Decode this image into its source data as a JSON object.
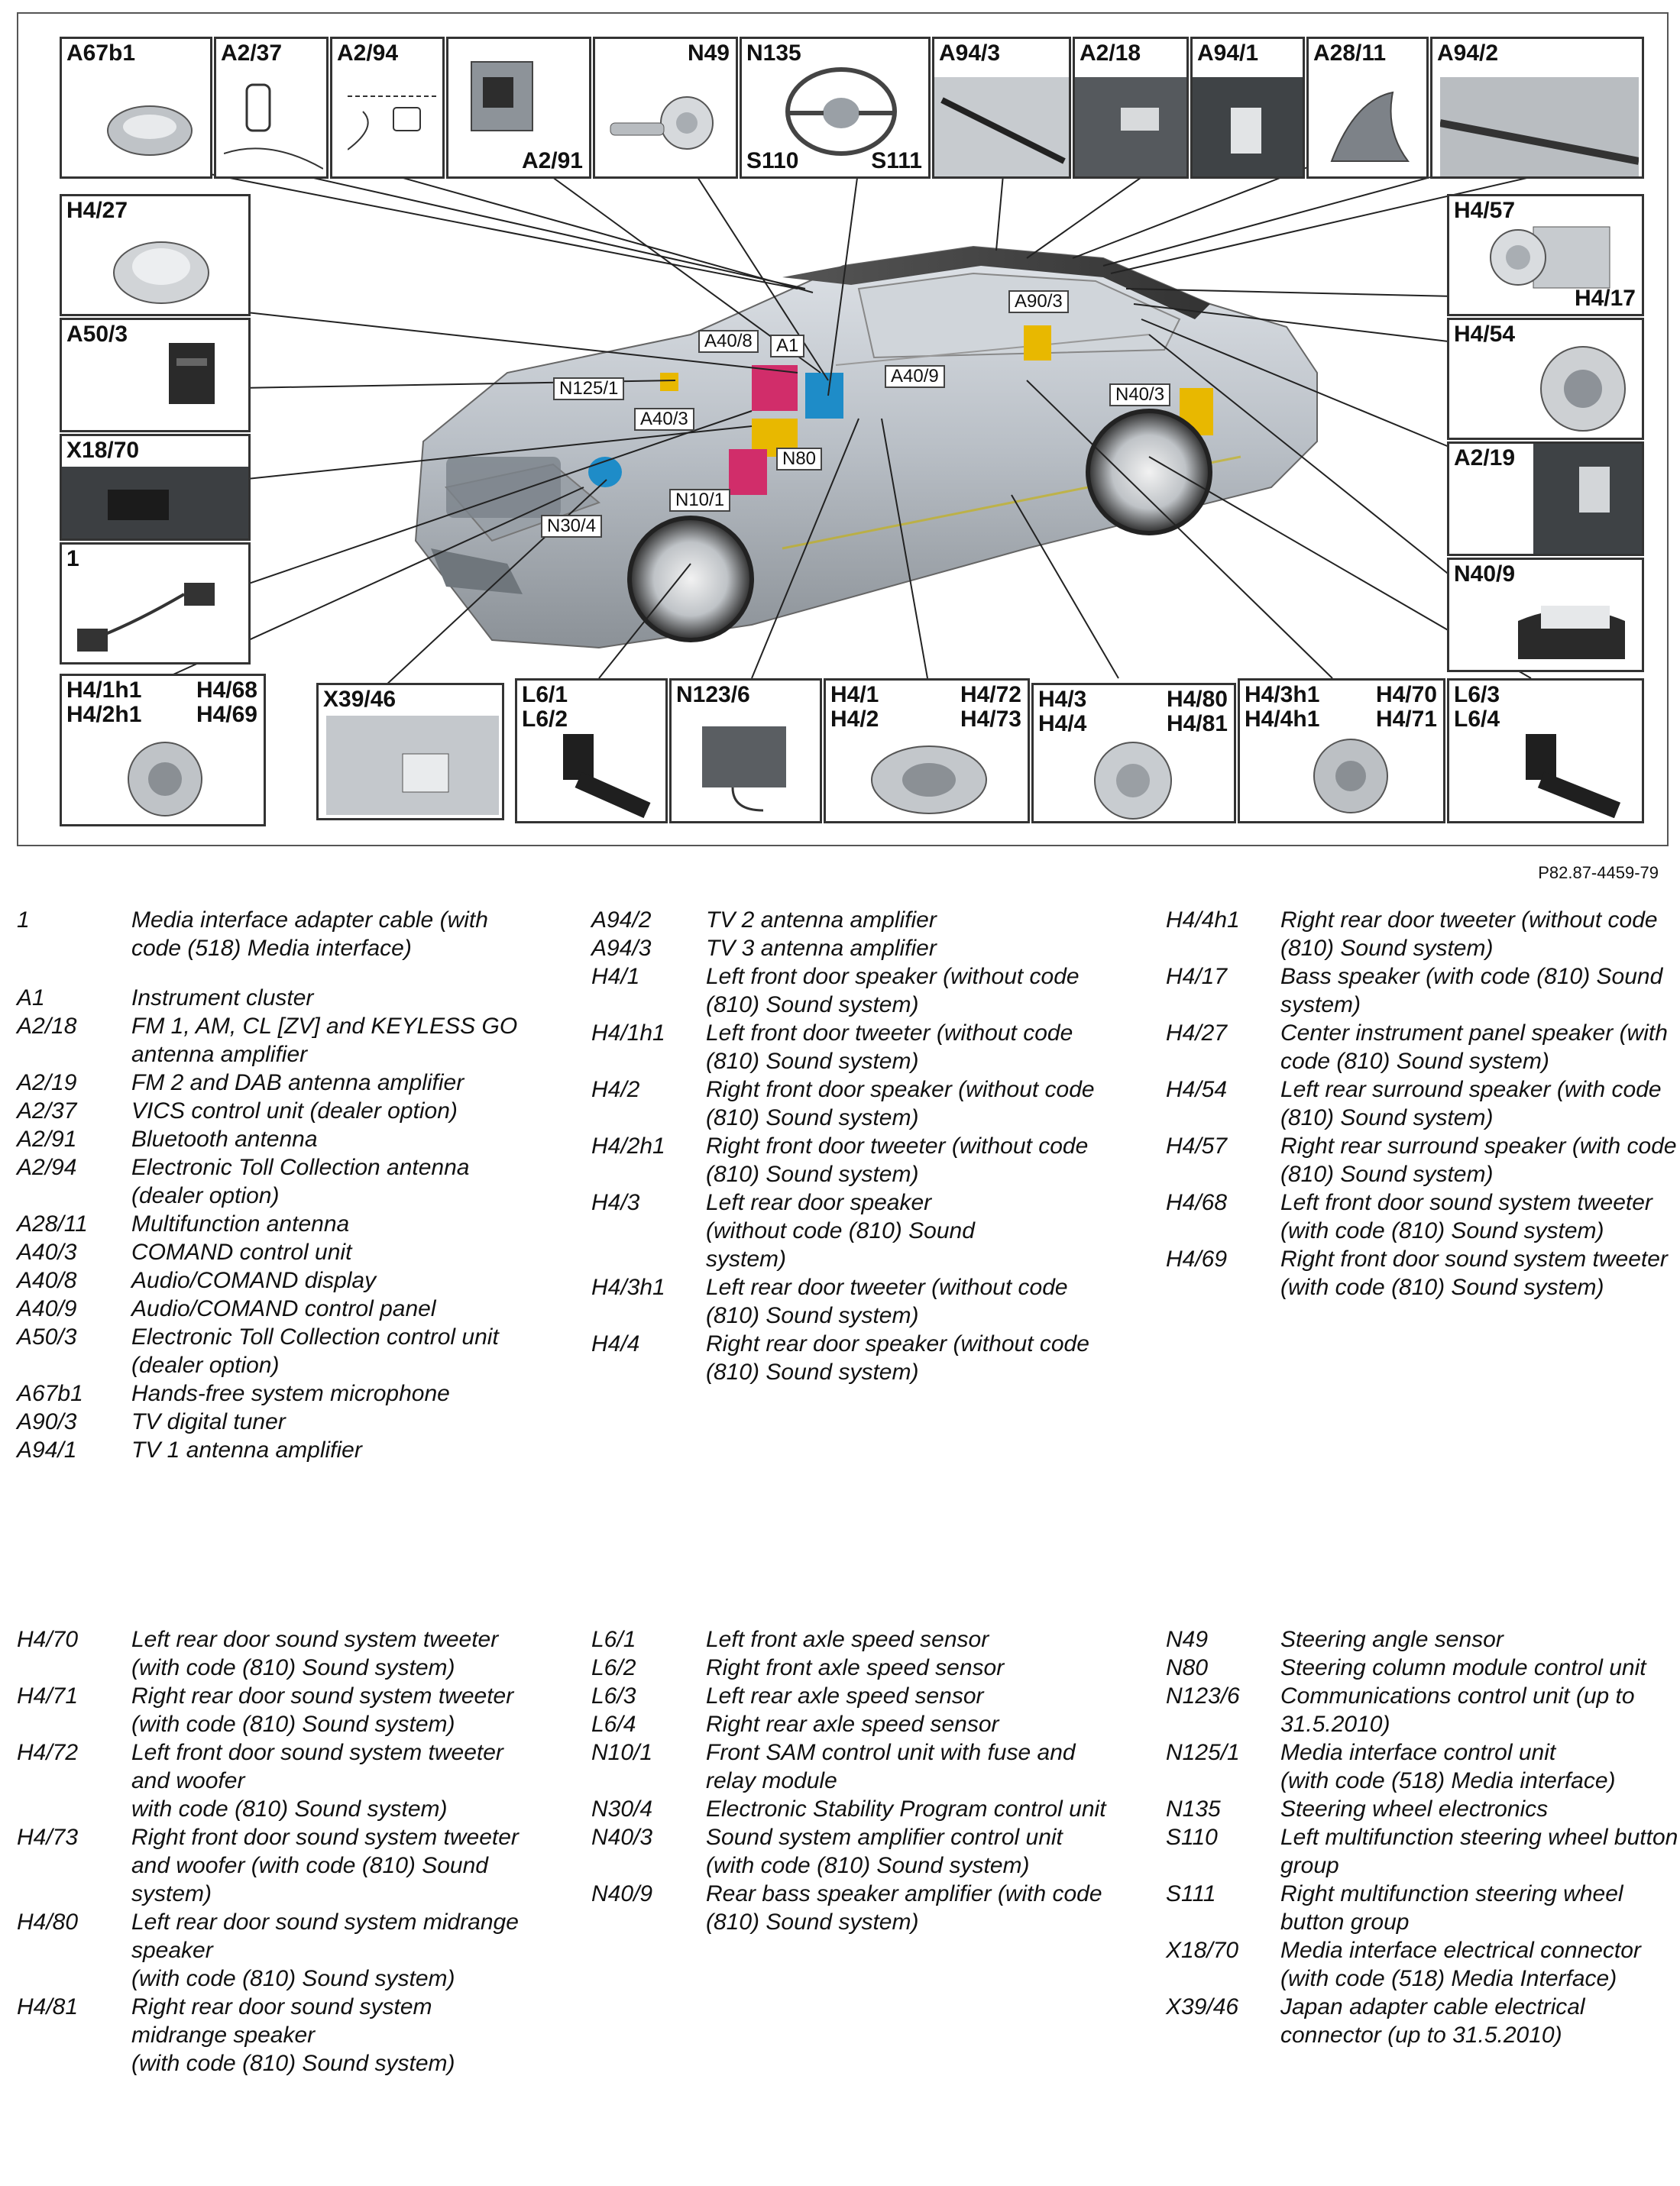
{
  "figure": {
    "code": "P82.87-4459-79",
    "boxes": [
      {
        "id": "a67b1",
        "labels": {
          "tl": "A67b1"
        }
      },
      {
        "id": "a237",
        "labels": {
          "tl": "A2/37"
        }
      },
      {
        "id": "a294",
        "labels": {
          "tl": "A2/94",
          "br": "A2/91"
        }
      },
      {
        "id": "n49",
        "labels": {
          "tr": "N49"
        }
      },
      {
        "id": "n135",
        "labels": {
          "tl": "N135",
          "bl": "S110",
          "br": "S111"
        }
      },
      {
        "id": "a943",
        "labels": {
          "tl": "A94/3"
        }
      },
      {
        "id": "a218",
        "labels": {
          "tl": "A2/18"
        }
      },
      {
        "id": "a941",
        "labels": {
          "tl": "A94/1"
        }
      },
      {
        "id": "a2811",
        "labels": {
          "tl": "A28/11"
        }
      },
      {
        "id": "a942",
        "labels": {
          "tl": "A94/2"
        }
      },
      {
        "id": "h427",
        "labels": {
          "tl": "H4/27"
        }
      },
      {
        "id": "a503",
        "labels": {
          "tl": "A50/3"
        }
      },
      {
        "id": "x1870",
        "labels": {
          "tl": "X18/70"
        }
      },
      {
        "id": "one",
        "labels": {
          "tl": "1"
        }
      },
      {
        "id": "h457",
        "labels": {
          "tl": "H4/57",
          "br": "H4/17"
        }
      },
      {
        "id": "h454",
        "labels": {
          "tl": "H4/54"
        }
      },
      {
        "id": "a219",
        "labels": {
          "tl": "A2/19"
        }
      },
      {
        "id": "n409",
        "labels": {
          "tl": "N40/9"
        }
      },
      {
        "id": "h41h1",
        "labels": {
          "tl": "H4/1h1\nH4/2h1",
          "tr": "H4/68\nH4/69"
        }
      },
      {
        "id": "x3946",
        "labels": {
          "tl": "X39/46"
        }
      },
      {
        "id": "l61",
        "labels": {
          "tl": "L6/1\nL6/2"
        }
      },
      {
        "id": "n1236",
        "labels": {
          "tl": "N123/6"
        }
      },
      {
        "id": "h41",
        "labels": {
          "tl": "H4/1\nH4/2",
          "tr": "H4/72\nH4/73"
        }
      },
      {
        "id": "h43",
        "labels": {
          "tl": "H4/3\nH4/4",
          "tr": "H4/80\nH4/81"
        }
      },
      {
        "id": "h43h1",
        "labels": {
          "tl": "H4/3h1\nH4/4h1",
          "tr": "H4/70\nH4/71"
        }
      },
      {
        "id": "l63",
        "labels": {
          "tl": "L6/3\nL6/4"
        }
      }
    ],
    "callouts": [
      "A90/3",
      "A40/8",
      "A1",
      "N125/1",
      "A40/9",
      "A40/3",
      "N40/3",
      "N80",
      "N10/1",
      "N30/4"
    ]
  },
  "legend": {
    "block1": {
      "col1": [
        {
          "code": "1",
          "desc": "Media interface adapter cable (with code (518) Media interface)"
        },
        {
          "code": "A1",
          "desc": "Instrument cluster"
        },
        {
          "code": "A2/18",
          "desc": "FM 1, AM, CL [ZV] and KEYLESS GO antenna amplifier"
        },
        {
          "code": "A2/19",
          "desc": "FM 2 and DAB antenna amplifier"
        },
        {
          "code": "A2/37",
          "desc": "VICS control unit (dealer option)"
        },
        {
          "code": "A2/91",
          "desc": "Bluetooth antenna"
        },
        {
          "code": "A2/94",
          "desc": "Electronic Toll Collection antenna (dealer option)"
        },
        {
          "code": "A28/11",
          "desc": "Multifunction antenna"
        },
        {
          "code": "A40/3",
          "desc": "COMAND control unit"
        },
        {
          "code": "A40/8",
          "desc": "Audio/COMAND display"
        },
        {
          "code": "A40/9",
          "desc": "Audio/COMAND control panel"
        },
        {
          "code": "A50/3",
          "desc": "Electronic Toll Collection control unit (dealer option)"
        },
        {
          "code": "A67b1",
          "desc": "Hands-free system microphone"
        },
        {
          "code": "A90/3",
          "desc": "TV digital tuner"
        },
        {
          "code": "A94/1",
          "desc": "TV 1 antenna amplifier"
        }
      ],
      "col2": [
        {
          "code": "A94/2",
          "desc": "TV 2 antenna amplifier"
        },
        {
          "code": "A94/3",
          "desc": "TV 3 antenna amplifier"
        },
        {
          "code": "H4/1",
          "desc": "Left front door speaker (without code (810) Sound system)"
        },
        {
          "code": "H4/1h1",
          "desc": "Left front door tweeter (without code (810) Sound system)"
        },
        {
          "code": "H4/2",
          "desc": "Right front door speaker (without code (810) Sound system)"
        },
        {
          "code": "H4/2h1",
          "desc": "Right front door tweeter (without code (810) Sound system)"
        },
        {
          "code": "H4/3",
          "desc": "Left rear door speaker\n(without code (810) Sound\nsystem)"
        },
        {
          "code": "H4/3h1",
          "desc": "Left rear door tweeter (without code (810) Sound system)"
        },
        {
          "code": "H4/4",
          "desc": "Right rear door speaker (without code (810) Sound system)"
        }
      ],
      "col3": [
        {
          "code": "H4/4h1",
          "desc": "Right rear door tweeter (without code (810) Sound system)"
        },
        {
          "code": "H4/17",
          "desc": "Bass speaker (with code (810) Sound system)"
        },
        {
          "code": "H4/27",
          "desc": "Center instrument panel speaker (with code (810) Sound system)"
        },
        {
          "code": "H4/54",
          "desc": "Left rear surround speaker (with code (810) Sound system)"
        },
        {
          "code": "H4/57",
          "desc": "Right rear surround speaker (with code (810) Sound system)"
        },
        {
          "code": "H4/68",
          "desc": "Left front door sound system tweeter\n(with code (810) Sound system)"
        },
        {
          "code": "H4/69",
          "desc": "Right front door sound system tweeter (with code (810) Sound system)"
        }
      ]
    },
    "block2": {
      "col1": [
        {
          "code": "H4/70",
          "desc": "Left rear door sound system tweeter\n(with code (810) Sound system)"
        },
        {
          "code": "H4/71",
          "desc": "Right rear door sound system tweeter\n(with code (810) Sound system)"
        },
        {
          "code": "H4/72",
          "desc": "Left front door sound system tweeter and woofer\nwith code (810) Sound system)"
        },
        {
          "code": "H4/73",
          "desc": "Right front door sound system tweeter and woofer (with code (810) Sound system)"
        },
        {
          "code": "H4/80",
          "desc": "Left rear door sound system midrange speaker\n(with code (810) Sound system)"
        },
        {
          "code": "H4/81",
          "desc": "Right rear door sound system midrange speaker\n(with code (810) Sound system)"
        }
      ],
      "col2": [
        {
          "code": "L6/1",
          "desc": "Left front axle speed sensor"
        },
        {
          "code": "L6/2",
          "desc": "Right front axle speed sensor"
        },
        {
          "code": "L6/3",
          "desc": "Left rear axle speed sensor"
        },
        {
          "code": "L6/4",
          "desc": "Right rear axle speed sensor"
        },
        {
          "code": "N10/1",
          "desc": "Front SAM control unit with fuse and relay module"
        },
        {
          "code": "N30/4",
          "desc": "Electronic Stability Program control unit"
        },
        {
          "code": "N40/3",
          "desc": "Sound system amplifier control unit (with code (810) Sound system)"
        },
        {
          "code": "N40/9",
          "desc": "Rear bass speaker amplifier (with code (810) Sound system)"
        }
      ],
      "col3": [
        {
          "code": "N49",
          "desc": "Steering angle sensor"
        },
        {
          "code": "N80",
          "desc": "Steering column module control unit"
        },
        {
          "code": "N123/6",
          "desc": "Communications control unit (up to 31.5.2010)"
        },
        {
          "code": "N125/1",
          "desc": "Media interface control unit\n(with code (518) Media interface)"
        },
        {
          "code": "N135",
          "desc": "Steering wheel electronics"
        },
        {
          "code": "S110",
          "desc": "Left multifunction steering wheel button group"
        },
        {
          "code": "S111",
          "desc": "Right multifunction steering wheel button group"
        },
        {
          "code": "X18/70",
          "desc": "Media interface electrical connector (with code (518) Media Interface)"
        },
        {
          "code": "X39/46",
          "desc": "Japan adapter cable electrical connector (up to 31.5.2010)"
        }
      ]
    }
  }
}
